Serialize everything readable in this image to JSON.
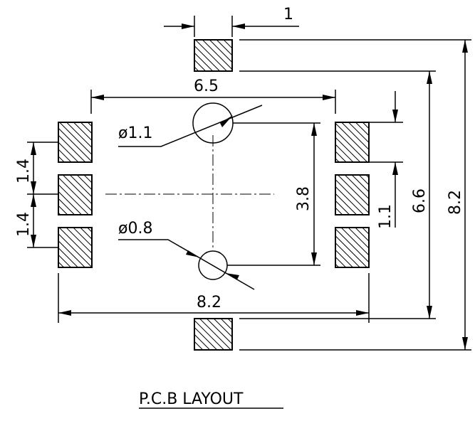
{
  "dimensions": {
    "pad_width_top": "1",
    "inner_pad_span": "6.5",
    "hole_large": "ø1.1",
    "hole_small": "ø0.8",
    "pitch_upper": "1.4",
    "pitch_lower": "1.4",
    "hole_spacing": "3.8",
    "outer_pad_span": "8.2",
    "pad_height": "1.1",
    "inner_height": "6.6",
    "outer_height": "8.2"
  },
  "title": "P.C.B LAYOUT"
}
